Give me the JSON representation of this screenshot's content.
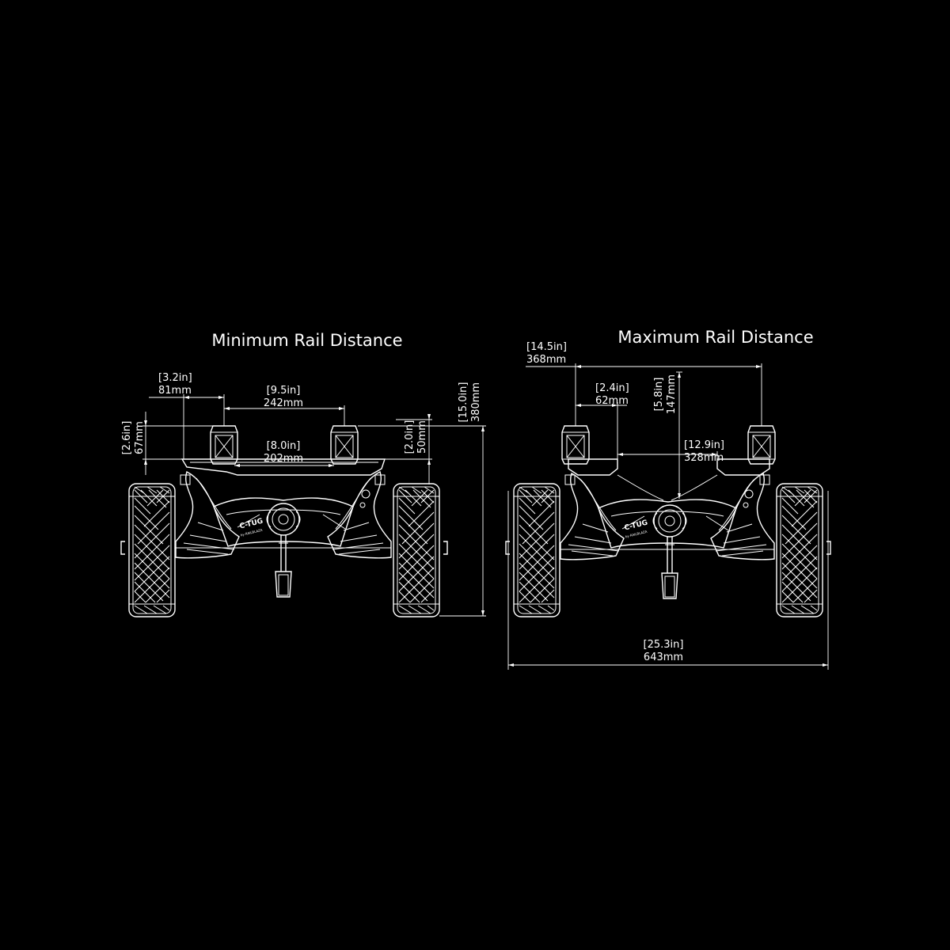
{
  "colors": {
    "background": "#000000",
    "line": "#ffffff"
  },
  "min": {
    "title": "Minimum Rail Distance",
    "dims": {
      "d1_in": "[3.2in]",
      "d1_mm": "81mm",
      "d2_in": "[9.5in]",
      "d2_mm": "242mm",
      "d3_in": "[8.0in]",
      "d3_mm": "202mm",
      "d4_in": "[2.6in]",
      "d4_mm": "67mm",
      "d5_in": "[2.0in]",
      "d5_mm": "50mm",
      "d6_in": "[15.0in]",
      "d6_mm": "380mm"
    },
    "brand": "C-TUG",
    "brand_sub": "by RAILBLAZA"
  },
  "max": {
    "title": "Maximum Rail Distance",
    "dims": {
      "d1_in": "[14.5in]",
      "d1_mm": "368mm",
      "d2_in": "[2.4in]",
      "d2_mm": "62mm",
      "d3_in": "[5.8in]",
      "d3_mm": "147mm",
      "d4_in": "[12.9in]",
      "d4_mm": "328mm",
      "d5_in": "[25.3in]",
      "d5_mm": "643mm"
    },
    "brand": "C-TUG",
    "brand_sub": "by RAILBLAZA"
  }
}
